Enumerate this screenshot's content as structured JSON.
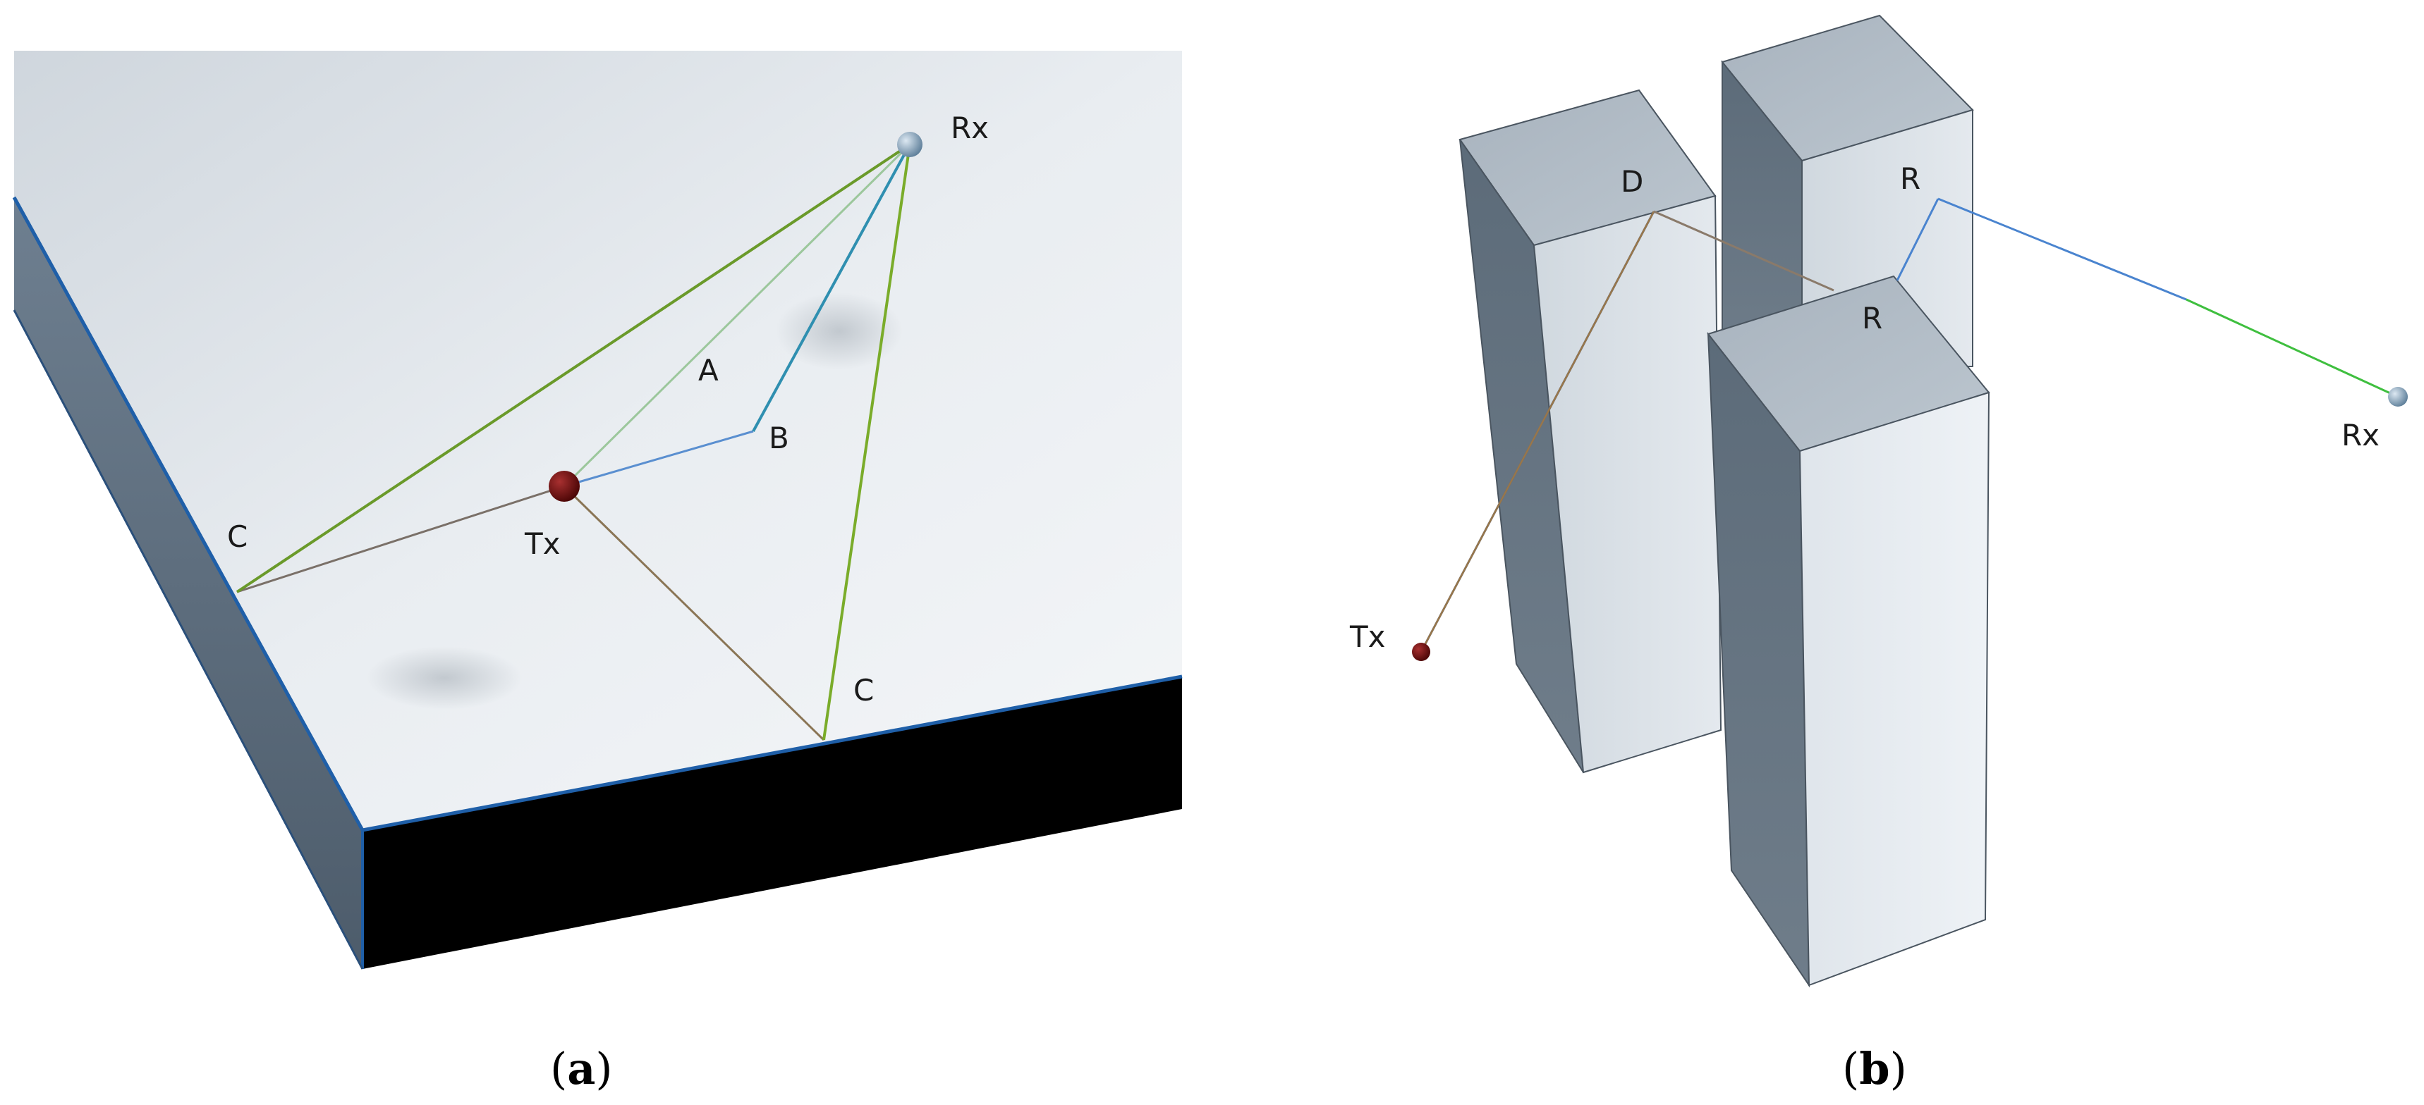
{
  "panel_a": {
    "labels": {
      "rx": "Rx",
      "tx": "Tx",
      "a": "A",
      "b": "B",
      "c_left": "C",
      "c_right": "C"
    },
    "caption": {
      "open": "(",
      "letter": "a",
      "close": ")"
    }
  },
  "panel_b": {
    "labels": {
      "d": "D",
      "r_top": "R",
      "r_front": "R",
      "tx": "Tx",
      "rx": "Rx"
    },
    "caption": {
      "open": "(",
      "letter": "b",
      "close": ")"
    }
  },
  "colors": {
    "tx_node": "#5a0a0a",
    "rx_node": "#8aa8c2",
    "ray_green": "#3fbf3f",
    "ray_blue": "#4a84cf",
    "ray_brown": "#a87a3a",
    "ray_gray": "#7a7068",
    "slab_edge": "#1f5fa8"
  }
}
